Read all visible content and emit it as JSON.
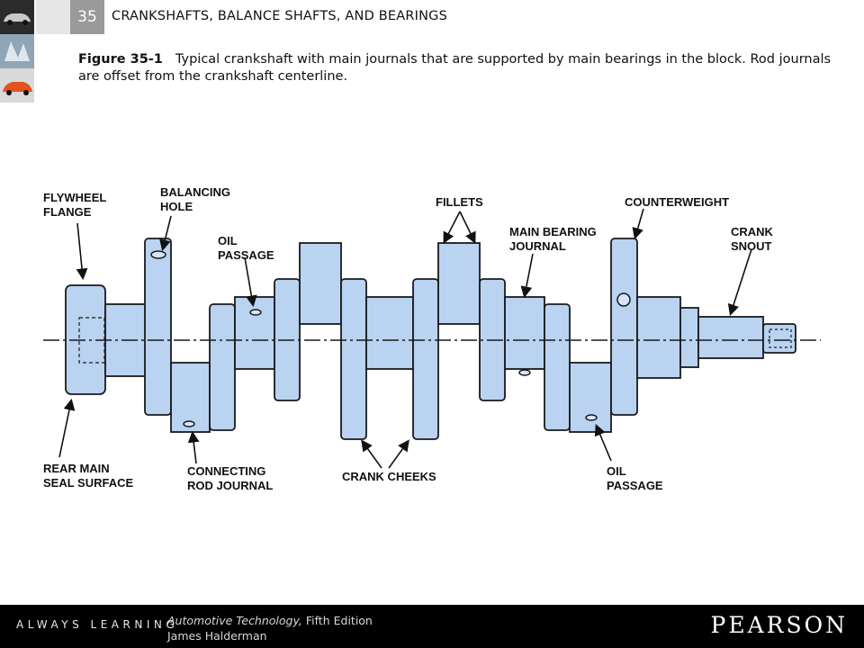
{
  "header": {
    "chapter_number": "35",
    "chapter_title": "CRANKSHAFTS, BALANCE SHAFTS, AND BEARINGS"
  },
  "caption": {
    "figure_label": "Figure 35-1",
    "text": "Typical crankshaft with main journals that are supported by main bearings in the block. Rod journals are offset from the crankshaft centerline."
  },
  "diagram": {
    "fill_color": "#b9d3f1",
    "outline_color": "#1a1a1a",
    "labels": {
      "flywheel_flange": [
        "FLYWHEEL",
        "FLANGE"
      ],
      "balancing_hole": [
        "BALANCING",
        "HOLE"
      ],
      "oil_passage_top": [
        "OIL",
        "PASSAGE"
      ],
      "fillets": [
        "FILLETS"
      ],
      "main_bearing_journal": [
        "MAIN BEARING",
        "JOURNAL"
      ],
      "counterweight": [
        "COUNTERWEIGHT"
      ],
      "crank_snout": [
        "CRANK",
        "SNOUT"
      ],
      "rear_main_seal_surface": [
        "REAR MAIN",
        "SEAL SURFACE"
      ],
      "connecting_rod_journal": [
        "CONNECTING",
        "ROD JOURNAL"
      ],
      "crank_cheeks": [
        "CRANK CHEEKS"
      ],
      "oil_passage_bottom": [
        "OIL",
        "PASSAGE"
      ]
    }
  },
  "footer": {
    "tagline": "ALWAYS LEARNING",
    "book_title": "Automotive Technology,",
    "edition": "Fifth Edition",
    "author": "James Halderman",
    "publisher": "PEARSON"
  }
}
